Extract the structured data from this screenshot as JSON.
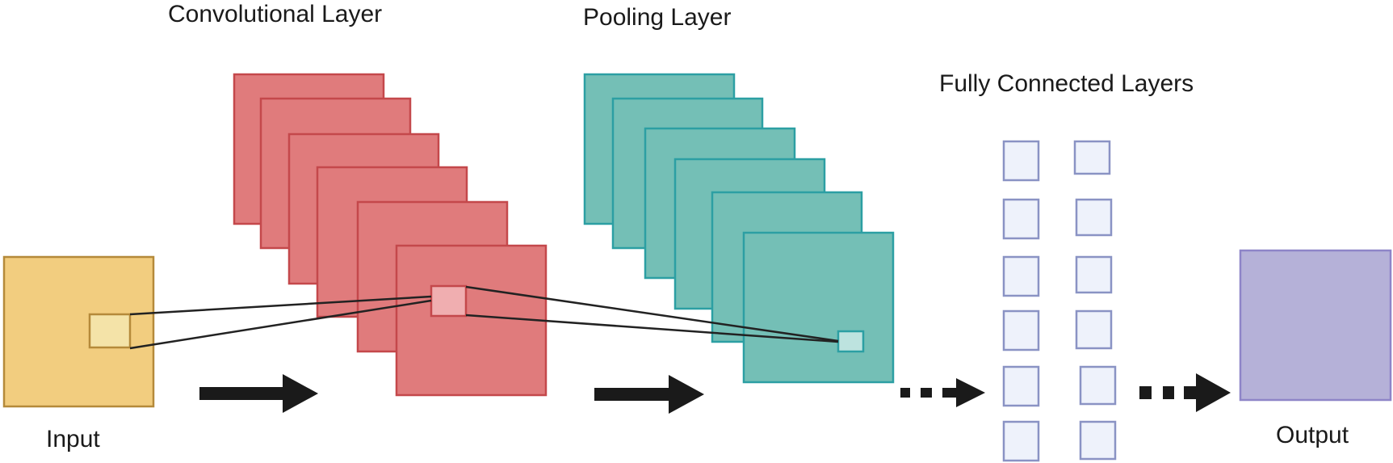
{
  "labels": {
    "conv": "Convolutional Layer",
    "pool": "Pooling Layer",
    "fc": "Fully Connected Layers",
    "input": "Input",
    "output": "Output"
  },
  "colors": {
    "input_fill": "#f2cd7f",
    "input_stroke": "#b58a3a",
    "input_kernel_fill": "#f4e3a8",
    "conv_fill": "#e07b7c",
    "conv_stroke": "#c4484b",
    "conv_kernel_fill": "#f0aeb0",
    "pool_fill": "#74bfb6",
    "pool_stroke": "#2c9fa3",
    "pool_kernel_fill": "#bde3df",
    "fc_fill": "#eef2fb",
    "fc_stroke": "#8a93c4",
    "output_fill": "#b5b1d8",
    "output_stroke": "#8e85c8",
    "arrow": "#1a1a1a"
  },
  "structure": {
    "conv_feature_maps": 6,
    "pool_feature_maps": 6,
    "fc_columns": 2,
    "fc_nodes_per_column": 6
  }
}
